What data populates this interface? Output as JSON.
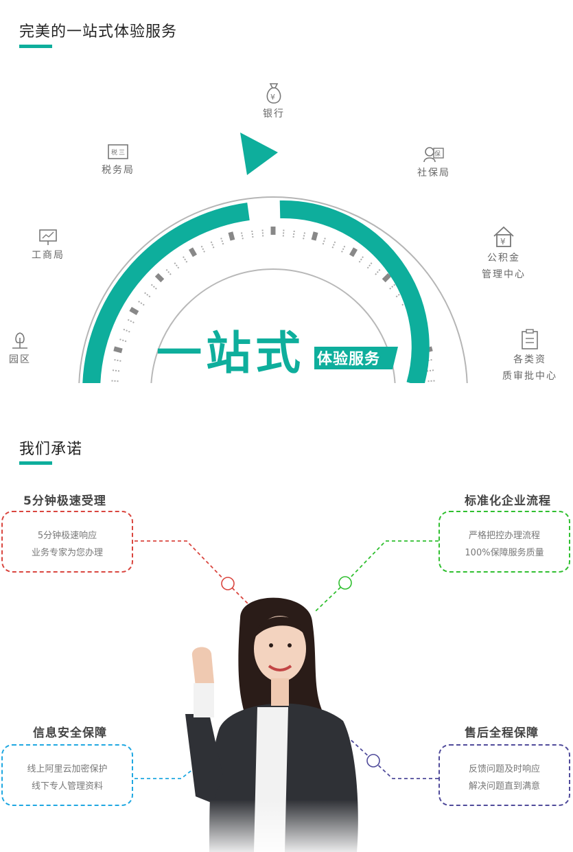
{
  "section1": {
    "title": "完美的一站式体验服务"
  },
  "dial": {
    "title_big": "一站式",
    "title_small": "体验服务",
    "nodes": {
      "bank": {
        "label": "银行",
        "icon": "money-bag-icon"
      },
      "tax": {
        "label": "税务局",
        "icon": "tax-sign-icon",
        "icon_text": "税三"
      },
      "social": {
        "label": "社保局",
        "icon": "social-security-icon",
        "icon_text": "保"
      },
      "industry": {
        "label": "工商局",
        "icon": "presentation-chart-icon"
      },
      "fund_line1": "公积金",
      "fund_line2": "管理中心",
      "fund": {
        "icon": "house-yen-icon"
      },
      "park": {
        "label": "园区",
        "icon": "tree-icon"
      },
      "qual_line1": "各类资",
      "qual_line2": "质审批中心",
      "qual": {
        "icon": "clipboard-icon"
      }
    }
  },
  "section2": {
    "title": "我们承诺"
  },
  "promises": [
    {
      "title": "5分钟极速受理",
      "line1": "5分钟极速响应",
      "line2": "业务专家为您办理",
      "color": "#d9453e"
    },
    {
      "title": "标准化企业流程",
      "line1": "严格把控办理流程",
      "line2": "100%保障服务质量",
      "color": "#2fbf2f"
    },
    {
      "title": "信息安全保障",
      "line1": "线上阿里云加密保护",
      "line2": "线下专人管理资料",
      "color": "#1ea7e1"
    },
    {
      "title": "售后全程保障",
      "line1": "反馈问题及时响应",
      "line2": "解决问题直到满意",
      "color": "#4f4a9a"
    }
  ],
  "colors": {
    "accent": "#0eae9c"
  }
}
